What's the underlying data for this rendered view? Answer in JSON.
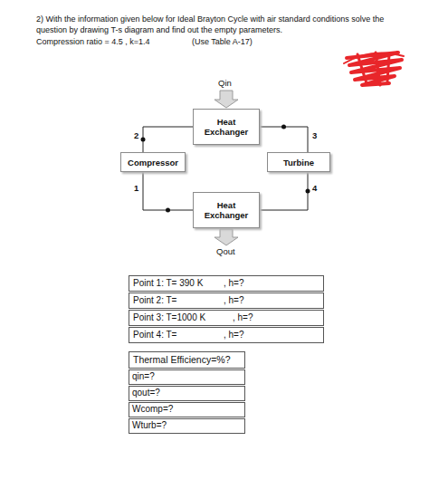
{
  "diagram": {
    "title": "2) With the information given below for Ideal Brayton Cycle with air standard conditions solve the question by drawing T-s diagram and find out the empty parameters.",
    "nodes": [
      {
        "text": [
          "Heat Exchanger"
        ]
      },
      {
        "text": [
          "Compressor"
        ]
      },
      {
        "text": [
          "Turbine"
        ]
      },
      {
        "text": [
          "Heat Exchanger"
        ]
      }
    ],
    "edges": [
      {
        "from": 1,
        "to": 0,
        "arrow": "none"
      },
      {
        "from": 0,
        "to": 2,
        "arrow": "none"
      },
      {
        "from": 2,
        "to": 3,
        "arrow": "none"
      },
      {
        "from": 3,
        "to": 1,
        "arrow": "none"
      }
    ],
    "labels": [
      "Compression ratio = 4.5 , k=1.4",
      "(Use Table A-17)",
      "Qin",
      "2",
      "3",
      "1",
      "4",
      "Qout",
      "Point 1: T= 390 K",
      ", h=?",
      "Point 2: T=",
      ", h=?",
      "Point 3: T=1000 K",
      ", h=?",
      "Point 4: T=",
      ", h=?",
      "Thermal Efficiency=%?",
      "qin=?",
      "qout=?",
      "Wcomp=?",
      "Wturb=?"
    ]
  }
}
